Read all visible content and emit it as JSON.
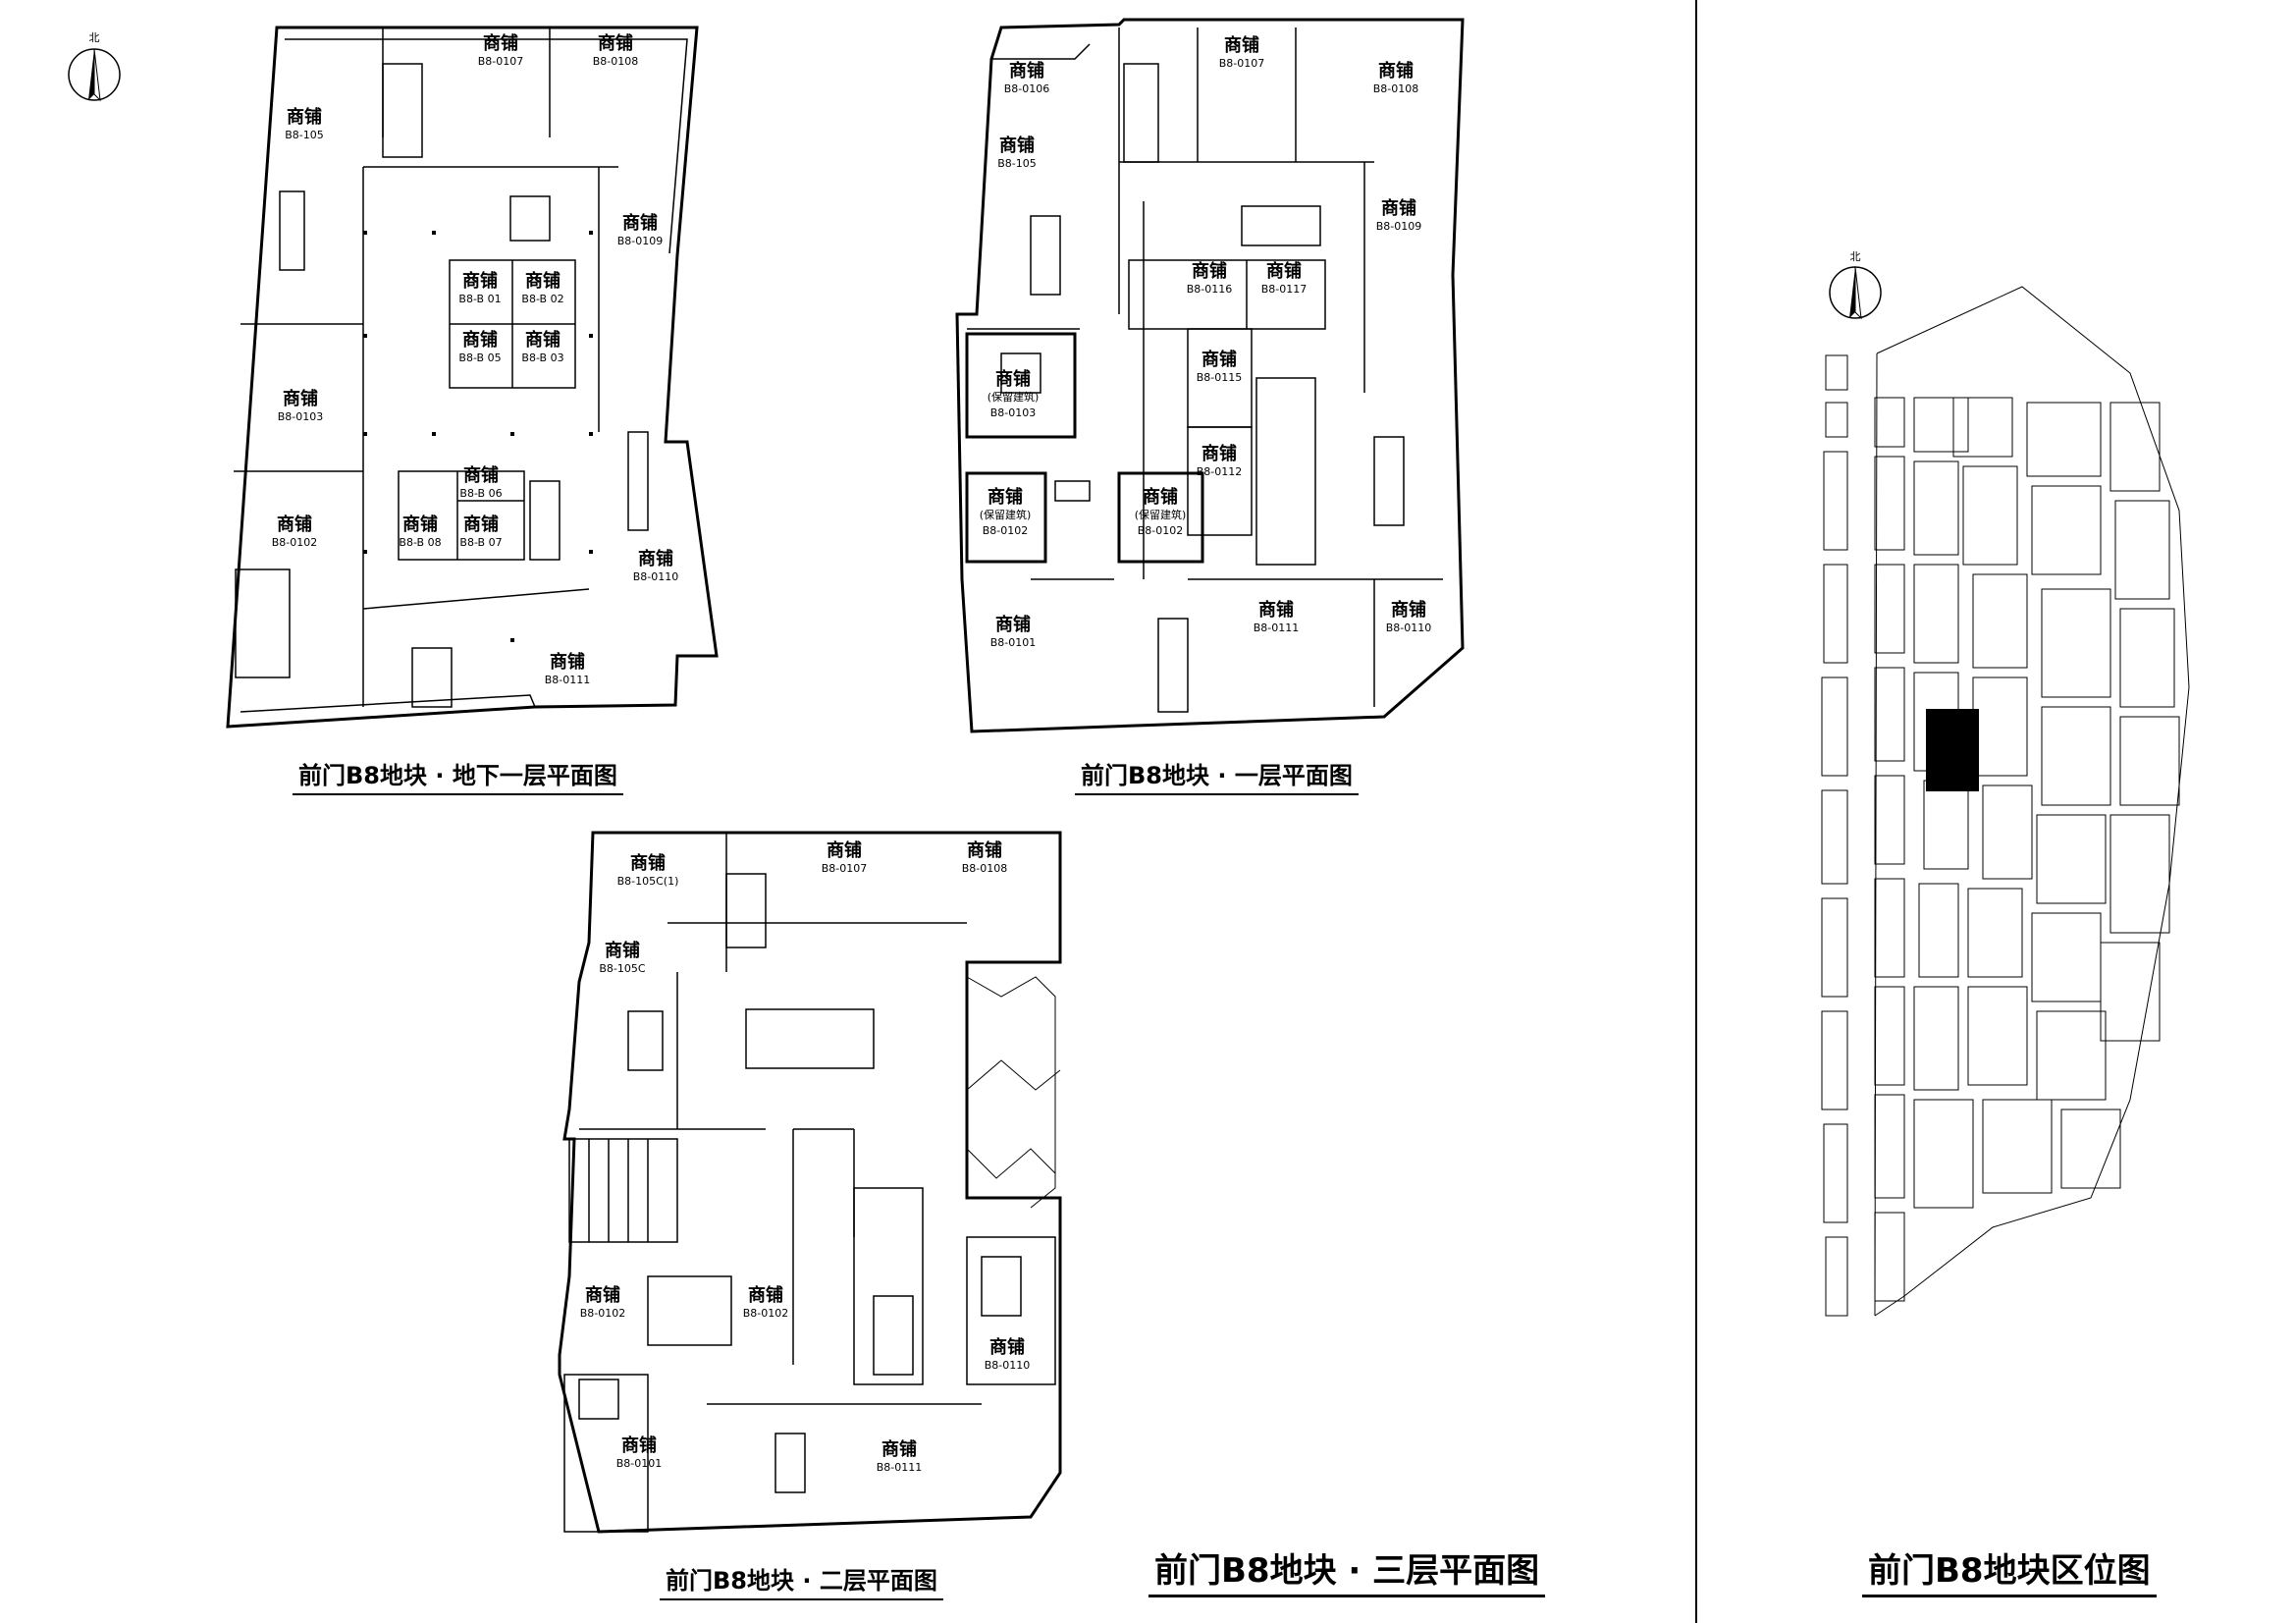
{
  "titles": {
    "b1": "前门B8地块 · 地下一层平面图",
    "f1": "前门B8地块 · 一层平面图",
    "f2": "前门B8地块 · 二层平面图",
    "f3": "前门B8地块 · 三层平面图",
    "site": "前门B8地块区位图"
  },
  "north_label": "北",
  "shop_label": "商铺",
  "heritage_label": "(保留建筑)",
  "plans": {
    "b1": [
      {
        "code": "B8-0107"
      },
      {
        "code": "B8-0108"
      },
      {
        "code": "B8-105"
      },
      {
        "code": "B8-0109"
      },
      {
        "code": "B8-B 01"
      },
      {
        "code": "B8-B 02"
      },
      {
        "code": "B8-B 05"
      },
      {
        "code": "B8-B 03"
      },
      {
        "code": "B8-0103"
      },
      {
        "code": "B8-B 06"
      },
      {
        "code": "B8-B 08"
      },
      {
        "code": "B8-B 07"
      },
      {
        "code": "B8-0102"
      },
      {
        "code": "B8-0110"
      },
      {
        "code": "B8-0111"
      }
    ],
    "f1": [
      {
        "code": "B8-0107"
      },
      {
        "code": "B8-0106"
      },
      {
        "code": "B8-0108"
      },
      {
        "code": "B8-105"
      },
      {
        "code": "B8-0109"
      },
      {
        "code": "B8-0116"
      },
      {
        "code": "B8-0117"
      },
      {
        "code": "B8-0115"
      },
      {
        "code": "B8-0103"
      },
      {
        "code": "B8-0112"
      },
      {
        "code": "B8-0102"
      },
      {
        "code": "B8-0102"
      },
      {
        "code": "B8-0111"
      },
      {
        "code": "B8-0110"
      },
      {
        "code": "B8-0101"
      }
    ],
    "f2": [
      {
        "code": "B8-0107"
      },
      {
        "code": "B8-105C(1)"
      },
      {
        "code": "B8-0108"
      },
      {
        "code": "B8-105C"
      },
      {
        "code": "B8-0102"
      },
      {
        "code": "B8-0102"
      },
      {
        "code": "B8-0110"
      },
      {
        "code": "B8-0101"
      },
      {
        "code": "B8-0111"
      }
    ]
  },
  "site": {
    "highlighted_block": "B8"
  }
}
